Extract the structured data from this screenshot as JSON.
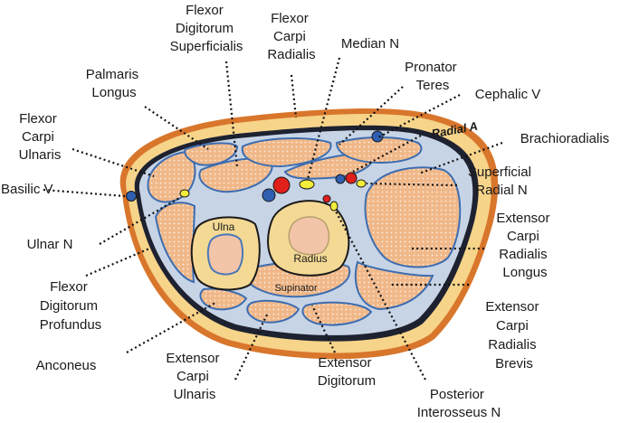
{
  "colors": {
    "skin": "#d8762c",
    "fat": "#f6d48a",
    "fascia": "#c7d4e6",
    "muscle": "#f0b889",
    "muscle_line": "#3d6db0",
    "bone": "#f4d995",
    "marrow": "#f2c4a8",
    "artery": "#e0201b",
    "vein": "#2f5fb0",
    "nerve": "#f2ec3a"
  },
  "labels": {
    "fds": [
      "Flexor",
      "Digitorum",
      "Superficialis"
    ],
    "fcr": [
      "Flexor",
      "Carpi",
      "Radialis"
    ],
    "median": "Median N",
    "palmaris": [
      "Palmaris",
      "Longus"
    ],
    "pronator": [
      "Pronator",
      "Teres"
    ],
    "cephalic": "Cephalic V",
    "radial_a": "Radial A",
    "brachioradialis": "Brachioradialis",
    "fcu": [
      "Flexor",
      "Carpi",
      "Ulnaris"
    ],
    "superficial_radial": [
      "Superficial",
      "Radial N"
    ],
    "basilic": "Basilic V",
    "ecrl": [
      "Extensor",
      "Carpi",
      "Radialis",
      "Longus"
    ],
    "ulnar_n": "Ulnar N",
    "fdp": [
      "Flexor",
      "Digitorum",
      "Profundus"
    ],
    "ecrb": [
      "Extensor",
      "Carpi",
      "Radialis",
      "Brevis"
    ],
    "anconeus": "Anconeus",
    "ecu": [
      "Extensor",
      "Carpi",
      "Ulnaris"
    ],
    "ed": [
      "Extensor",
      "Digitorum"
    ],
    "pin": [
      "Posterior",
      "Interosseus N"
    ],
    "ulna": "Ulna",
    "radius": "Radius",
    "supinator": "Supinator"
  }
}
